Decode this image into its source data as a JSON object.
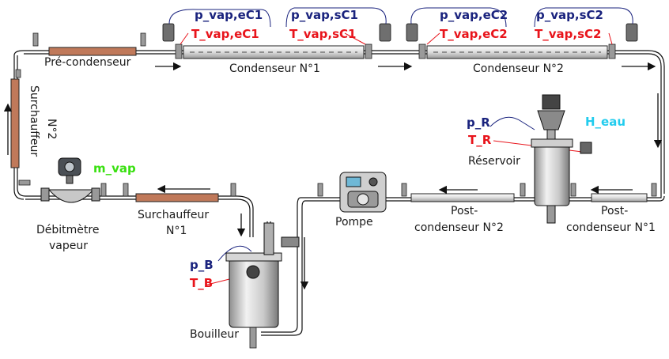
{
  "components": {
    "pre_condenseur": "Pré-condenseur",
    "condenseur_1": "Condenseur N°1",
    "condenseur_2": "Condenseur N°2",
    "surchauffeur_2_line1": "Surchauffeur",
    "surchauffeur_2_line2": "N°2",
    "debitmetre_line1": "Débitmètre",
    "debitmetre_line2": "vapeur",
    "surchauffeur_1_line1": "Surchauffeur",
    "surchauffeur_1_line2": "N°1",
    "pompe": "Pompe",
    "post_condenseur_2_line1": "Post-",
    "post_condenseur_2_line2": "condenseur N°2",
    "post_condenseur_1_line1": "Post-",
    "post_condenseur_1_line2": "condenseur N°1",
    "reservoir": "Réservoir",
    "bouilleur": "Bouilleur"
  },
  "sensors": {
    "p_vap_eC1": "p_vap,eC1",
    "T_vap_eC1": "T_vap,eC1",
    "p_vap_sC1": "p_vap,sC1",
    "T_vap_sC1": "T_vap,sC1",
    "p_vap_eC2": "p_vap,eC2",
    "T_vap_eC2": "T_vap,eC2",
    "p_vap_sC2": "p_vap,sC2",
    "T_vap_sC2": "T_vap,sC2",
    "p_R": "p_R",
    "T_R": "T_R",
    "H_eau": "H_eau",
    "m_vap": "m_vap",
    "p_B": "p_B",
    "T_B": "T_B"
  },
  "colors": {
    "pressure": "#1a237e",
    "temperature": "#e8141b",
    "mass_flow": "#39e010",
    "level": "#22ccee",
    "heater": "#c0795a"
  }
}
